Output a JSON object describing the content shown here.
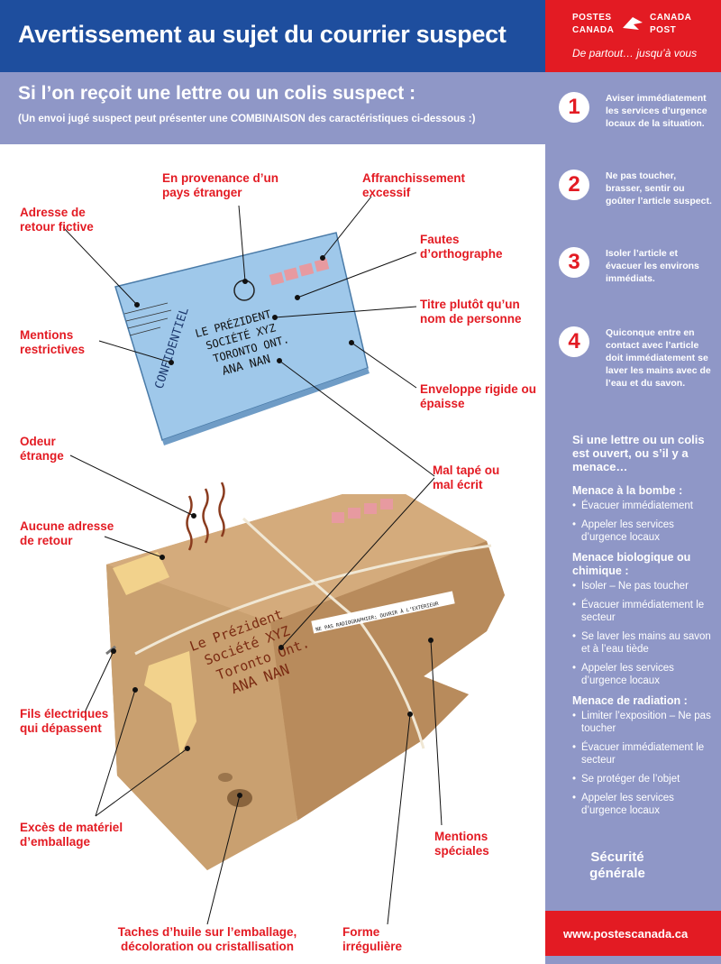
{
  "header": {
    "title": "Avertissement au sujet du courrier suspect",
    "brand_line1_left": "POSTES",
    "brand_line1_right": "CANADA",
    "brand_line2_left": "CANADA",
    "brand_line2_right": "POST",
    "tagline": "De partout… jusqu’à vous"
  },
  "intro": {
    "heading": "Si l’on reçoit une lettre ou un colis suspect :",
    "note": "(Un envoi jugé suspect peut présenter une COMBINAISON des caractéristiques ci-dessous :)"
  },
  "labels": {
    "foreign": "En provenance d’un pays étranger",
    "postage": "Affranchissement excessif",
    "return_addr": "Adresse de retour fictive",
    "spelling": "Fautes d’orthographe",
    "title_name": "Titre plutôt qu’un nom de personne",
    "restrictive": "Mentions restrictives",
    "rigid": "Enveloppe rigide ou épaisse",
    "odor": "Odeur étrange",
    "badly_typed": "Mal tapé ou mal écrit",
    "no_return": "Aucune adresse de retour",
    "wires": "Fils électriques qui dépassent",
    "excess_pack": "Excès de matériel d’emballage",
    "special": "Mentions spéciales",
    "oil": "Taches d’huile sur l’emballage, décoloration ou cristallisation",
    "irregular": "Forme irrégulière"
  },
  "letter": {
    "confidential": "CONFIDENTIEL",
    "addr1": "LE PRÉZIDENT",
    "addr2": "SOCIÉTÉ XYZ",
    "addr3": "TORONTO ONT.",
    "addr4": "ANA NAN"
  },
  "parcel": {
    "addr1": "Le Prézident",
    "addr2": "Société XYZ",
    "addr3": "Toronto Ont.",
    "addr4": "ANA NAN",
    "sticker": "NE PAS RADIOGRAPHIER; OUVRIR À L’EXTÉRIEUR"
  },
  "steps": [
    {
      "num": "1",
      "text": "Aviser immédiatement les services d’urgence locaux de la situation."
    },
    {
      "num": "2",
      "text": "Ne pas toucher, brasser, sentir ou goûter l’article suspect."
    },
    {
      "num": "3",
      "text": "Isoler l’article et évacuer les environs immédiats."
    },
    {
      "num": "4",
      "text": "Quiconque entre en contact avec l’article doit immédiatement se laver les mains avec de l’eau et du savon."
    }
  ],
  "threats": {
    "intro": "Si une lettre ou un colis est ouvert, ou s’il y a menace…",
    "bomb_title": "Menace à la bombe :",
    "bomb_items": [
      "Évacuer immédiatement",
      "Appeler les services d’urgence locaux"
    ],
    "bio_title": "Menace biologique ou chimique :",
    "bio_items": [
      "Isoler – Ne pas toucher",
      "Évacuer immédiatement le secteur",
      "Se laver les mains au savon et à l’eau tiède",
      "Appeler les services d’urgence locaux"
    ],
    "rad_title": "Menace de radiation :",
    "rad_items": [
      "Limiter l’exposition – Ne pas toucher",
      "Évacuer immédiatement le secteur",
      "Se protéger de l’objet",
      "Appeler les services d’urgence locaux"
    ]
  },
  "security": "Sécurité générale",
  "website": "www.postescanada.ca",
  "colors": {
    "blue": "#1e4e9e",
    "red": "#e31b23",
    "lavender": "#8f97c7",
    "envelope": "#9fc8ea",
    "box": "#c49a6c"
  }
}
